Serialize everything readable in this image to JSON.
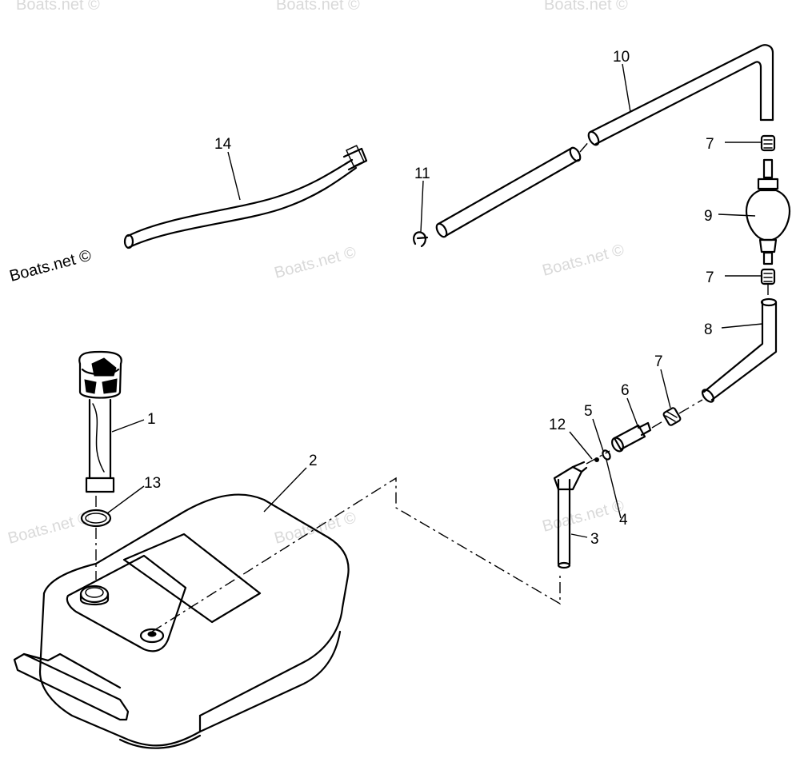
{
  "callouts": {
    "c1": "1",
    "c2": "2",
    "c3": "3",
    "c4": "4",
    "c5": "5",
    "c6": "6",
    "c7a": "7",
    "c7b": "7",
    "c7c": "7",
    "c8": "8",
    "c9": "9",
    "c10": "10",
    "c11": "11",
    "c12": "12",
    "c13": "13",
    "c14": "14"
  },
  "watermarks": {
    "primary": "Boats.net ©",
    "faint": "Boats.net ©"
  }
}
